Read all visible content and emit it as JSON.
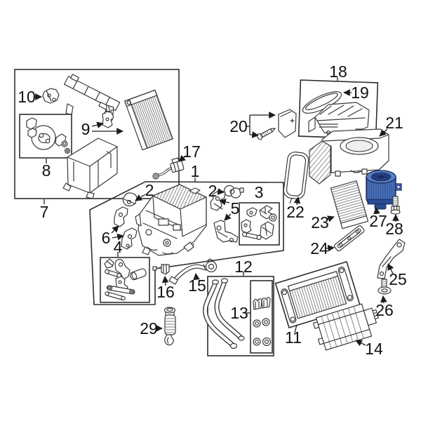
{
  "diagram": {
    "background": "#ffffff",
    "line_color": "#3a3a3a",
    "label_color": "#111111",
    "highlighted_part": {
      "label": "27",
      "fill": "#4a72b8",
      "fill_mid": "#5b82c4",
      "fill_dark": "#2b4a8f",
      "outline": "#16295e"
    },
    "labels": {
      "l1": "1",
      "l2a": "2",
      "l2b": "2",
      "l3": "3",
      "l4": "4",
      "l5": "5",
      "l6": "6",
      "l7": "7",
      "l8": "8",
      "l9": "9",
      "l10": "10",
      "l11": "11",
      "l12": "12",
      "l13": "13",
      "l14": "14",
      "l15": "15",
      "l16": "16",
      "l17": "17",
      "l18": "18",
      "l19": "19",
      "l20": "20",
      "l21": "21",
      "l22": "22",
      "l23": "23",
      "l24": "24",
      "l25": "25",
      "l26": "26",
      "l27": "27",
      "l28": "28",
      "l29": "29"
    }
  }
}
